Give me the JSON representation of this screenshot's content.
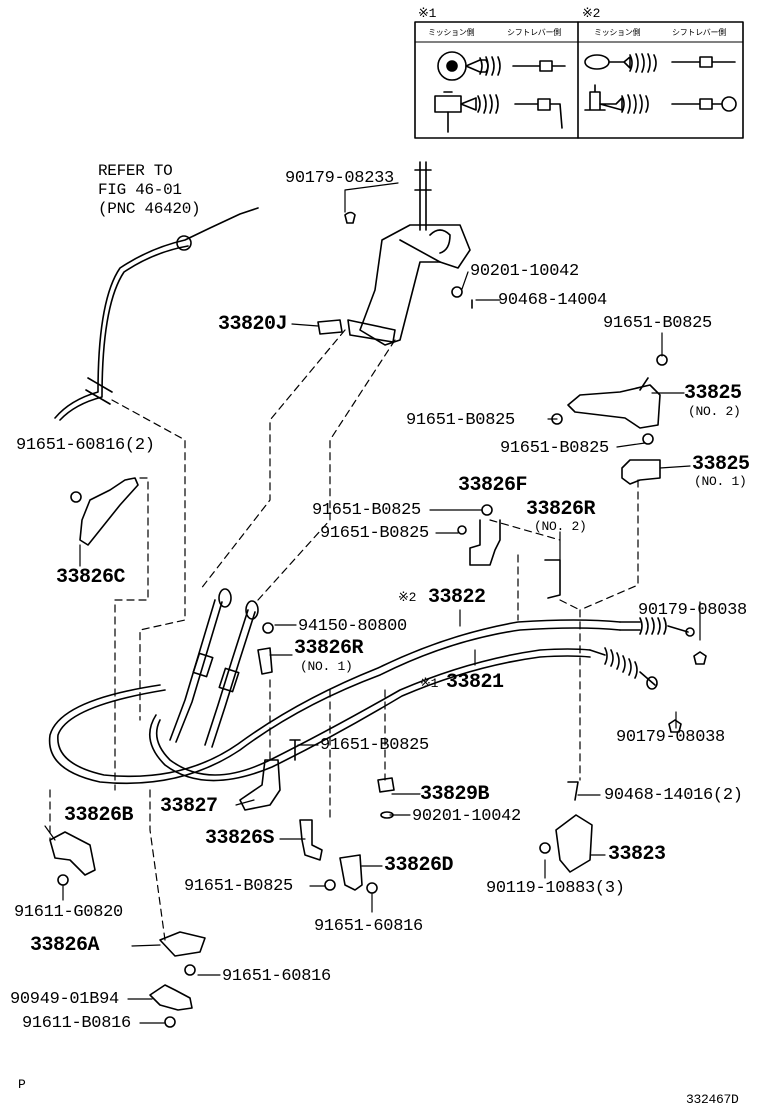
{
  "reference": {
    "line1": "REFER TO",
    "line2": "FIG 46-01",
    "line3": "(PNC 46420)"
  },
  "inset": {
    "mark1": "※1",
    "mark2": "※2",
    "col_mission_1": "ミッション側",
    "col_shift_1": "シフトレバー側",
    "col_mission_2": "ミッション側",
    "col_shift_2": "シフトレバー側"
  },
  "parts": {
    "p90179_08233": "90179-08233",
    "p90201_10042_top": "90201-10042",
    "p90468_14004": "90468-14004",
    "p33820J": "33820J",
    "p91651_B0825_a": "91651-B0825",
    "p33825_a": "33825",
    "p33825_a_sub": "(NO. 2)",
    "p91651_B0825_b": "91651-B0825",
    "p91651_B0825_c": "91651-B0825",
    "p91651_60816_2": "91651-60816(2)",
    "p33825_b": "33825",
    "p33825_b_sub": "(NO. 1)",
    "p33826F": "33826F",
    "p91651_B0825_d": "91651-B0825",
    "p33826R_no2": "33826R",
    "p33826R_no2_sub": "(NO. 2)",
    "p91651_B0825_e": "91651-B0825",
    "p33826C": "33826C",
    "mark_x2": "※2",
    "p33822": "33822",
    "p90179_08038_a": "90179-08038",
    "p94150_80800": "94150-80800",
    "p33826R_no1": "33826R",
    "p33826R_no1_sub": "(NO. 1)",
    "mark_x1": "※1",
    "p33821": "33821",
    "p90179_08038_b": "90179-08038",
    "p91651_B0825_f": "91651-B0825",
    "p33829B": "33829B",
    "p33827": "33827",
    "p90468_14016_2": "90468-14016(2)",
    "p33826B": "33826B",
    "p90201_10042_bot": "90201-10042",
    "p33826S": "33826S",
    "p33823": "33823",
    "p33826D": "33826D",
    "p91651_B0825_g": "91651-B0825",
    "p90119_10883_3": "90119-10883(3)",
    "p91611_G0820": "91611-G0820",
    "p91651_60816": "91651-60816",
    "p33826A": "33826A",
    "p91651_60816_b": "91651-60816",
    "p90949_01B94": "90949-01B94",
    "p91611_B0816": "91611-B0816"
  },
  "footer": {
    "left_mark": "P",
    "diagram_code": "332467D"
  }
}
